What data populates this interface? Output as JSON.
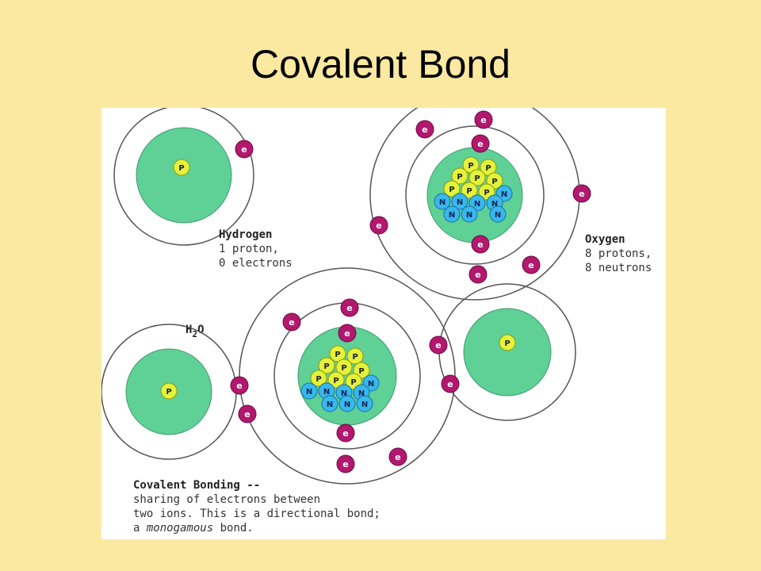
{
  "slide": {
    "title": "Covalent Bond"
  },
  "particles": {
    "proton": "P",
    "neutron": "N",
    "electron": "e"
  },
  "hydrogen": {
    "name": "Hydrogen",
    "detail_1": "1 proton,",
    "detail_2": "0 electrons"
  },
  "oxygen": {
    "name": "Oxygen",
    "detail_1": "8 protons,",
    "detail_2": "8 neutrons"
  },
  "water": {
    "formula_main": "H",
    "formula_sub": "2",
    "formula_end": "O"
  },
  "caption": {
    "title": "Covalent Bonding --",
    "line_1": "sharing of electrons between",
    "line_2": "two ions. This is a directional bond;",
    "line_3_prefix": "a ",
    "line_3_emphasis": "monogamous",
    "line_3_suffix": " bond."
  },
  "colors": {
    "background": "#fbe9a1",
    "nucleus": "#5fd096",
    "proton": "#e4f23a",
    "neutron": "#38b8ec",
    "electron": "#b1186e"
  }
}
